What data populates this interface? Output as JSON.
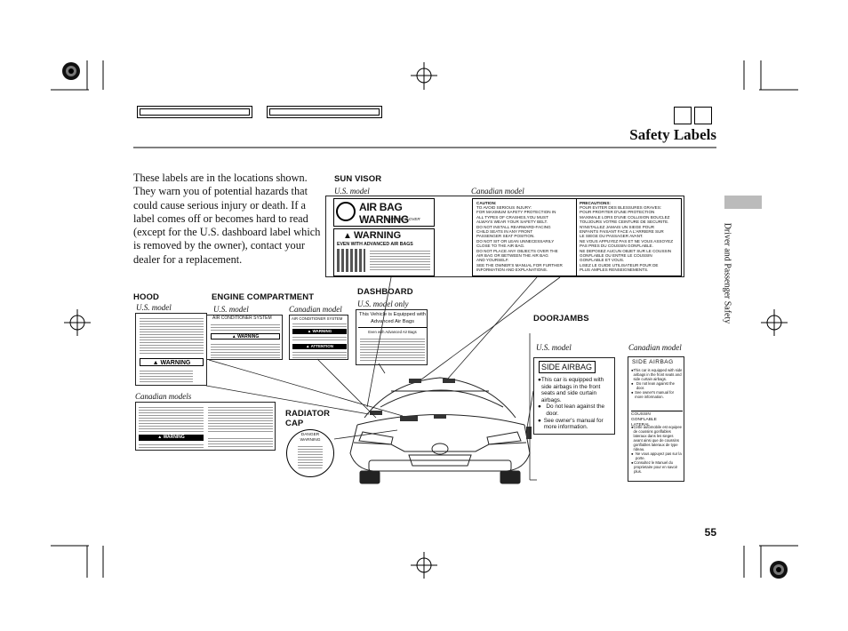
{
  "page": {
    "title": "Safety Labels",
    "number": "55",
    "side_tab": "Driver and Passenger Safety"
  },
  "intro": "These labels are in the locations shown. They warn you of potential hazards that could cause serious injury or death. If a label comes off or becomes hard to read (except for the U.S. dashboard label which is removed by the owner), contact your dealer for a replacement.",
  "sections": {
    "sun_visor": "SUN VISOR",
    "hood": "HOOD",
    "engine": "ENGINE COMPARTMENT",
    "dashboard": "DASHBOARD",
    "doorjambs": "DOORJAMBS",
    "radiator": "RADIATOR CAP"
  },
  "models": {
    "us": "U.S. model",
    "canadian": "Canadian model",
    "canadian_plural": "Canadian models",
    "us_only": "U.S. model only"
  },
  "sun_visor_us": {
    "airbag_warning": "AIR BAG WARNING",
    "flip": "FLIP VISOR OVER",
    "warning": "WARNING",
    "even_with": "EVEN WITH ADVANCED AIR BAGS"
  },
  "sun_visor_ca": {
    "caution": "CAUTION:",
    "caution_lines": [
      "TO AVOID SERIOUS INJURY:",
      "FOR MAXIMUM SAFETY PROTECTION IN",
      "ALL TYPES OF CRASHES,YOU MUST",
      "ALWAYS WEAR YOUR SAFETY BELT.",
      "DO NOT INSTALL REARWARD-FACING",
      "CHILD SEATS IN ANY FRONT",
      "PASSENGER SEAT POSITION.",
      "DO NOT SIT OR LEAN UNNECESSARILY",
      "CLOSE TO THE AIR BAG.",
      "DO NOT PLACE ANY OBJECTS OVER THE",
      "AIR BAG OR BETWEEN THE AIR BAG",
      "AND YOURSELF.",
      "SEE THE OWNER'S MANUAL FOR FURTHER",
      "INFORMATION AND EXPLANATIONS."
    ],
    "precautions": "PRECAUTIONS:",
    "precaution_lines": [
      "POUR EVITER DES BLESSURES GRAVES:",
      "POUR PROFITER D'UNE PROTECTION",
      "MAXIMALE LORS D'UNE COLLISION BOUCLEZ",
      "TOUJOURS VOTRE CEINTURE DE SECURITE.",
      "N'INSTALLEZ JAMAIS UN SIEGE POUR",
      "ENFANTS FAISANT FACE A L'ARRIERE SUR",
      "LE SIEGE DU PASSAGER AVANT.",
      "NE VOUS APPUYEZ PAS ET NE VOUS ASSOYEZ",
      "PAS PRES DU COUSSIN GONFLABLE.",
      "NE DEPOSEZ AUCUN OBJET SUR LE COUSSIN",
      "GONFLABLE OU ENTRE LE COUSSIN",
      "GONFLABLE ET VOUS.",
      "LISEZ LE GUIDE UTILISATEUR POUR DE",
      "PLUS AMPLES RENSEIGNEMENTS."
    ]
  },
  "dashboard": {
    "l1": "This Vehicle is Equipped with",
    "l2": "Advanced Air Bags",
    "l3": "Even with Advanced Air Bags"
  },
  "engine": {
    "ac": "AIR CONDITIONER SYSTEM",
    "warning": "WARNING",
    "attention": "ATTENTION"
  },
  "hood": {
    "warning": "WARNING"
  },
  "radiator": {
    "danger": "DANGER",
    "warning": "WARNING"
  },
  "door_us": {
    "title": "SIDE AIRBAG",
    "items": [
      "This car is equipped with side airbags in the front seats and side curtain airbags.",
      "Do not lean against the door.",
      "See owner's manual for more information."
    ]
  },
  "door_ca": {
    "title": "SIDE AIRBAG",
    "items": [
      "This car is equipped with side airbags in the front seats and side curtain airbags.",
      "Do not lean against the door.",
      "See owner's manual for more information."
    ],
    "fr_title": "COUSSIN GONFLABLE LATERAL",
    "fr_items": [
      "Cette automobile est equipee de coussins gonflables lateraux dans les sieges avant ainsi que de coussins gonflables lateraux de type rideau.",
      "Ne vous appuyez pas sur la porte.",
      "Consultez le Manuel du proprietaire pour en savoir plus."
    ]
  }
}
